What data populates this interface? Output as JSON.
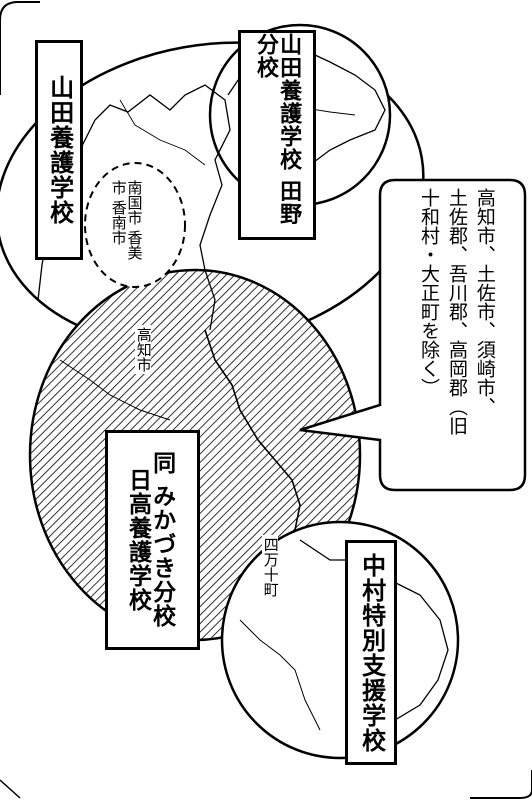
{
  "schools": {
    "yamada": "山田養護学校",
    "yamada_branch": "山田養護学校 田野分校",
    "hidaka_line1": "日高養護学校",
    "hidaka_line2": "同 みかづき分校",
    "nakamura": "中村特別支援学校"
  },
  "places": {
    "nankoku_group": "南国市 香美市 香南市",
    "kochi_city": "高知市",
    "shimanto": "四万十町"
  },
  "callout": {
    "line1": "高知市、土佐市、須崎市、",
    "line2": "土佐郡、吾川郡、高岡郡（旧",
    "line3": "十和村・大正町を除く）"
  }
}
